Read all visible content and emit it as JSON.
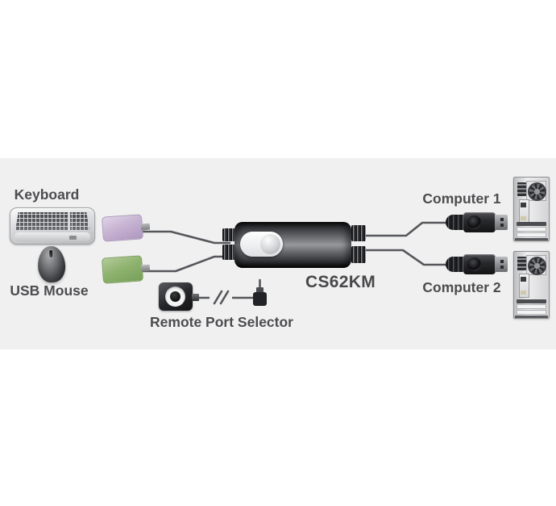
{
  "labels": {
    "keyboard": "Keyboard",
    "mouse": "USB Mouse",
    "selector": "Remote Port Selector",
    "computer_1": "Computer 1",
    "computer_2": "Computer 2",
    "model": "CS62KM"
  },
  "colors": {
    "band": "#f0f0f1",
    "text": "#4c4c4e",
    "model_text": "#48484a",
    "cable": "#56575b",
    "keyboard_connector_purple": "#c7b3d2",
    "mouse_connector_green": "#8fb370"
  },
  "icons": {
    "keyboard_icon": "keyboard-top-view",
    "mouse_icon": "usb-mouse",
    "keyboard_connector_icon": "purple-usb-cable-plug",
    "mouse_connector_icon": "green-usb-cable-plug",
    "kvm_device_icon": "inline-cable-kvm-switch-with-selector-slider",
    "selector_button_icon": "remote-pushbutton",
    "audio_plug_icon": "3.5mm-right-angle-plug",
    "usb_plug_icon": "usb-type-a-plug",
    "computer_tower_icon": "desktop-tower-rear-view"
  }
}
